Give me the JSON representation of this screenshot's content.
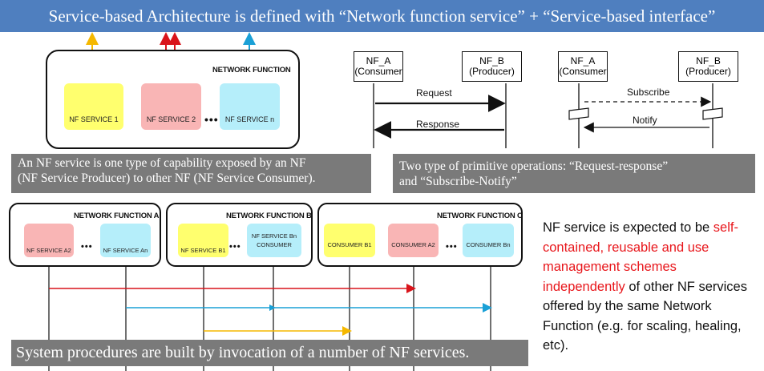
{
  "title": "Service-based Architecture is defined with “Network function service” + “Service-based interface”",
  "colors": {
    "yellow": "#ffff6e",
    "pink": "#f9b5b5",
    "cyan": "#b5eefa",
    "red_arrow": "#d9141b",
    "blue_arrow": "#1aa0d6",
    "yellow_arrow": "#f5b800",
    "title_bg": "#4f7fbf",
    "caption_bg": "#7a7a7a"
  },
  "top_nf": {
    "label": "NETWORK FUNCTION",
    "services": [
      "NF SERVICE 1",
      "NF SERVICE 2",
      "NF SERVICE n"
    ],
    "dots": "•••"
  },
  "caption1": {
    "line1": "An NF service is one type of capability exposed by an NF",
    "line2": "(NF Service Producer) to other NF (NF Service Consumer)."
  },
  "seq_rr": {
    "a_line1": "NF_A",
    "a_line2": "(Consumer",
    "b_line1": "NF_B",
    "b_line2": "(Producer)",
    "msg1": "Request",
    "msg2": "Response"
  },
  "seq_sn": {
    "a_line1": "NF_A",
    "a_line2": "(Consumer",
    "b_line1": "NF_B",
    "b_line2": "(Producer)",
    "msg1": "Subscribe",
    "msg2": "Notify"
  },
  "caption2": {
    "line1": "Two type of primitive operations: “Request-response”",
    "line2": "and “Subscribe-Notify”"
  },
  "nf_a": {
    "label": "NETWORK FUNCTION A",
    "svc1": "NF SERVICE A2",
    "svc2": "NF SERVICE An",
    "dots": "•••"
  },
  "nf_b": {
    "label": "NETWORK FUNCTION B",
    "svc1": "NF SERVICE B1",
    "svc2_line1": "NF SERVICE Bn",
    "svc2_line2": "CONSUMER",
    "dots": "•••"
  },
  "nf_c": {
    "label": "NETWORK FUNCTION C",
    "svc1": "CONSUMER B1",
    "svc2": "CONSUMER A2",
    "svc3": "CONSUMER Bn",
    "dots": "•••"
  },
  "caption3": "System procedures are built by invocation of a number of NF services.",
  "note": {
    "part1": "NF service is expected to be ",
    "red": "self-contained, reusable and use management schemes independently",
    "part2": " of other NF services offered by the same Network Function (e.g. for scaling, healing, etc)."
  }
}
